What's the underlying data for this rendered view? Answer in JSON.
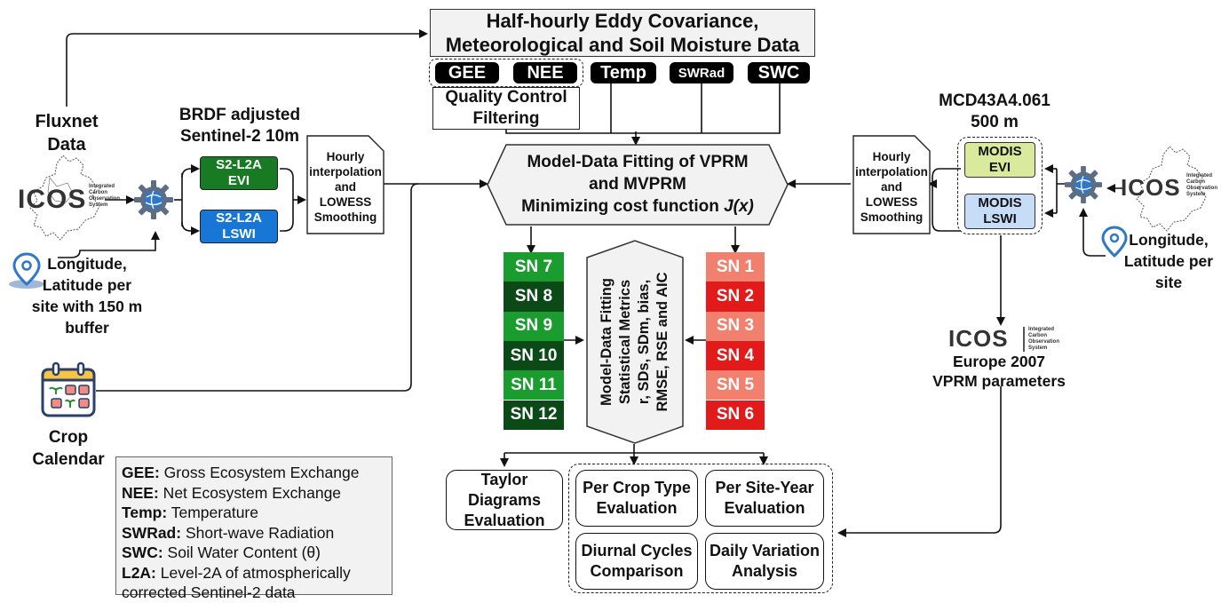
{
  "header": {
    "line1": "Half-hourly Eddy Covariance,",
    "line2": "Meteorological and Soil Moisture Data"
  },
  "variables": {
    "gee": "GEE",
    "nee": "NEE",
    "temp": "Temp",
    "swrad": "SWRad",
    "swc": "SWC"
  },
  "quality_control": {
    "line1": "Quality Control",
    "line2": "Filtering"
  },
  "fluxnet": {
    "line1": "Fluxnet",
    "line2": "Data"
  },
  "brdf": {
    "line1": "BRDF adjusted",
    "line2": "Sentinel-2 10m"
  },
  "s2_evi": {
    "line1": "S2-L2A",
    "line2": "EVI"
  },
  "s2_lswi": {
    "line1": "S2-L2A",
    "line2": "LSWI"
  },
  "hourly_left": {
    "line1": "Hourly",
    "line2": "interpolation",
    "line3": "and",
    "line4": "LOWESS",
    "line5": "Smoothing"
  },
  "hourly_right": {
    "line1": "Hourly",
    "line2": "interpolation",
    "line3": "and",
    "line4": "LOWESS",
    "line5": "Smoothing"
  },
  "model_fitting": {
    "line1": "Model-Data Fitting of VPRM",
    "line2": "and MVPRM",
    "line3": "Minimizing cost function",
    "func": "J(x)"
  },
  "mcd": {
    "line1": "MCD43A4.061",
    "line2": "500 m"
  },
  "modis_evi": {
    "line1": "MODIS",
    "line2": "EVI"
  },
  "modis_lswi": {
    "line1": "MODIS",
    "line2": "LSWI"
  },
  "icos": {
    "word": "ICOS",
    "sub1": "Integrated",
    "sub2": "Carbon",
    "sub3": "Observation",
    "sub4": "System"
  },
  "location_left": {
    "line1": "Longitude,",
    "line2": "Latitude per",
    "line3": "site with 150 m",
    "line4": "buffer"
  },
  "location_right": {
    "line1": "Longitude,",
    "line2": "Latitude per",
    "line3": "site"
  },
  "sn_left": [
    {
      "label": "SN 7",
      "color": "#1a9c2f"
    },
    {
      "label": "SN 8",
      "color": "#0b4a17"
    },
    {
      "label": "SN 9",
      "color": "#1a9c2f"
    },
    {
      "label": "SN 10",
      "color": "#0b4a17"
    },
    {
      "label": "SN 11",
      "color": "#1a9c2f"
    },
    {
      "label": "SN 12",
      "color": "#0b4a17"
    }
  ],
  "sn_right": [
    {
      "label": "SN 1",
      "color": "#f2806f"
    },
    {
      "label": "SN 2",
      "color": "#e31a1a"
    },
    {
      "label": "SN 3",
      "color": "#f2806f"
    },
    {
      "label": "SN 4",
      "color": "#e31a1a"
    },
    {
      "label": "SN 5",
      "color": "#f2806f"
    },
    {
      "label": "SN 6",
      "color": "#e31a1a"
    }
  ],
  "metrics": {
    "line1": "Model-Data Fitting",
    "line2": "Statistical Metrics",
    "line3": "r, SDs, SDm, bias,",
    "line4": "RMSE, RSE and AIC"
  },
  "icos_europe": {
    "line1": "Europe 2007",
    "line2": "VPRM parameters"
  },
  "crop_calendar": {
    "line1": "Crop",
    "line2": "Calendar"
  },
  "legend": [
    {
      "term": "GEE:",
      "desc": " Gross Ecosystem Exchange"
    },
    {
      "term": "NEE:",
      "desc": " Net Ecosystem Exchange"
    },
    {
      "term": "Temp:",
      "desc": " Temperature"
    },
    {
      "term": "SWRad:",
      "desc": " Short-wave Radiation"
    },
    {
      "term": "SWC:",
      "desc": " Soil Water Content (θ)"
    },
    {
      "term": "L2A:",
      "desc": " Level-2A of atmospherically"
    },
    {
      "term": "",
      "desc": "corrected Sentinel-2 data"
    }
  ],
  "evaluation": {
    "taylor": {
      "line1": "Taylor",
      "line2": "Diagrams",
      "line3": "Evaluation"
    },
    "crop_type": {
      "line1": "Per Crop Type",
      "line2": "Evaluation"
    },
    "site_year": {
      "line1": "Per Site-Year",
      "line2": "Evaluation"
    },
    "diurnal": {
      "line1": "Diurnal Cycles",
      "line2": "Comparison"
    },
    "daily": {
      "line1": "Daily Variation",
      "line2": "Analysis"
    }
  },
  "colors": {
    "s2_evi": "#187a22",
    "s2_lswi": "#1877d6",
    "modis_evi": "#d9ea9c",
    "modis_lswi": "#c7dcf7",
    "location_pin": "#2f78c9",
    "gear": "#5b6e86"
  }
}
